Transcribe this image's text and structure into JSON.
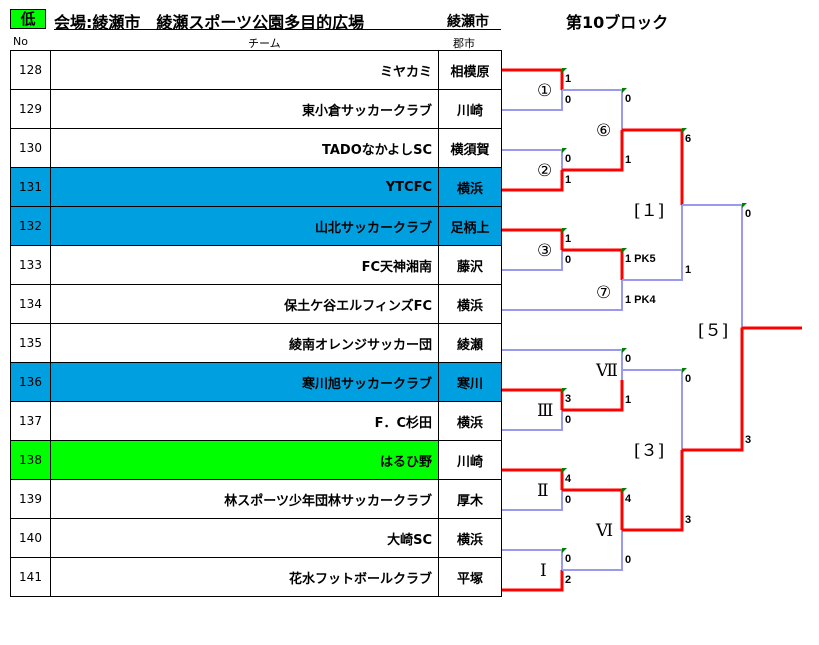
{
  "header": {
    "grade": "低",
    "venue": "会場:綾瀬市　綾瀬スポーツ公園多目的広場",
    "city": "綾瀬市",
    "block": "第10ブロック"
  },
  "columns": {
    "no": "No",
    "team": "チーム",
    "city": "郡市"
  },
  "teams": [
    {
      "no": "128",
      "name": "ミヤカミ",
      "city": "相模原",
      "highlight": ""
    },
    {
      "no": "129",
      "name": "東小倉サッカークラブ",
      "city": "川崎",
      "highlight": ""
    },
    {
      "no": "130",
      "name": "TADOなかよしSC",
      "city": "横須賀",
      "highlight": ""
    },
    {
      "no": "131",
      "name": "YTCFC",
      "city": "横浜",
      "highlight": "blue"
    },
    {
      "no": "132",
      "name": "山北サッカークラブ",
      "city": "足柄上",
      "highlight": "blue"
    },
    {
      "no": "133",
      "name": "FC天神湘南",
      "city": "藤沢",
      "highlight": ""
    },
    {
      "no": "134",
      "name": "保土ケ谷エルフィンズFC",
      "city": "横浜",
      "highlight": ""
    },
    {
      "no": "135",
      "name": "綾南オレンジサッカー団",
      "city": "綾瀬",
      "highlight": ""
    },
    {
      "no": "136",
      "name": "寒川旭サッカークラブ",
      "city": "寒川",
      "highlight": "blue"
    },
    {
      "no": "137",
      "name": "F．C杉田",
      "city": "横浜",
      "highlight": ""
    },
    {
      "no": "138",
      "name": "はるひ野",
      "city": "川崎",
      "highlight": "green"
    },
    {
      "no": "139",
      "name": "林スポーツ少年団林サッカークラブ",
      "city": "厚木",
      "highlight": ""
    },
    {
      "no": "140",
      "name": "大崎SC",
      "city": "横浜",
      "highlight": ""
    },
    {
      "no": "141",
      "name": "花水フットボールクラブ",
      "city": "平塚",
      "highlight": ""
    }
  ],
  "matches": [
    {
      "label": "①",
      "top_score": "1",
      "bottom_score": "0"
    },
    {
      "label": "②",
      "top_score": "0",
      "bottom_score": "1"
    },
    {
      "label": "③",
      "top_score": "1",
      "bottom_score": "0"
    },
    {
      "label": "⑥",
      "top_score": "0",
      "bottom_score": "1"
    },
    {
      "label": "⑦",
      "top_score": "1 PK5",
      "bottom_score": "1 PK4"
    },
    {
      "label": "[１]",
      "top_score": "6",
      "bottom_score": "1"
    },
    {
      "label": "Ⅲ",
      "top_score": "3",
      "bottom_score": "0"
    },
    {
      "label": "Ⅱ",
      "top_score": "4",
      "bottom_score": "0"
    },
    {
      "label": "Ⅰ",
      "top_score": "0",
      "bottom_score": "2"
    },
    {
      "label": "Ⅶ",
      "top_score": "0",
      "bottom_score": "1"
    },
    {
      "label": "Ⅵ",
      "top_score": "4",
      "bottom_score": "0"
    },
    {
      "label": "[３]",
      "top_score": "0",
      "bottom_score": "3"
    },
    {
      "label": "[５]",
      "top_score": "0",
      "bottom_score": "3"
    }
  ],
  "colors": {
    "winner": "#ff0000",
    "loser": "#9999ee",
    "blue_row": "#00a0e0",
    "green_row": "#00ff00",
    "marker": "#008000"
  }
}
